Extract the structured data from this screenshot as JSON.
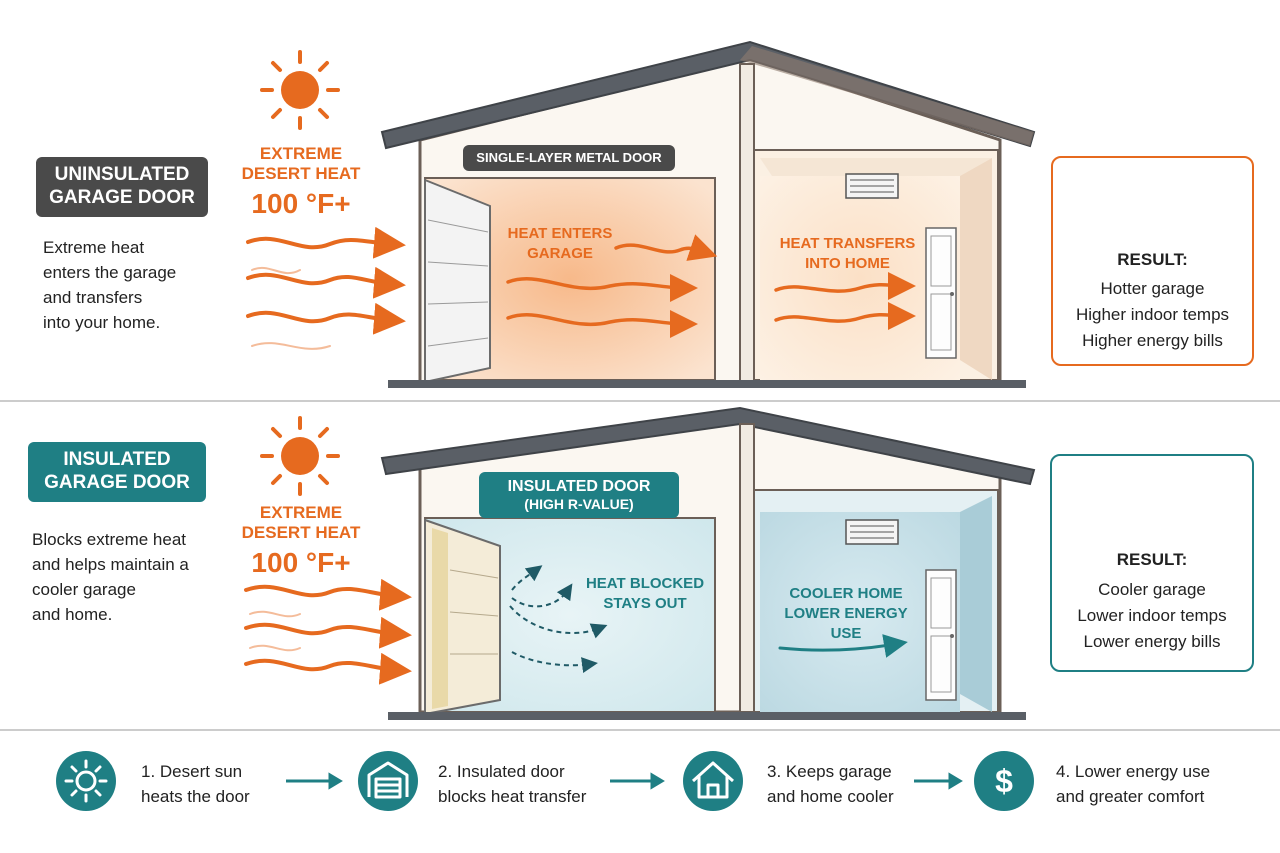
{
  "colors": {
    "orange": "#e66a1f",
    "teal": "#1f7f84",
    "dark_gray": "#4a4a4a",
    "warm_room": "#f8c9a3",
    "cool_room": "#dbeef2"
  },
  "uninsulated": {
    "badge": [
      "UNINSULATED",
      "GARAGE DOOR"
    ],
    "description": [
      "Extreme heat",
      "enters the garage",
      "and transfers",
      "into your home."
    ],
    "heat": {
      "lines": [
        "EXTREME",
        "DESERT HEAT"
      ],
      "temp": "100 °F+"
    },
    "door_label": "SINGLE-LAYER METAL DOOR",
    "garage_label": [
      "HEAT ENTERS",
      "GARAGE"
    ],
    "home_label": [
      "HEAT TRANSFERS",
      "INTO HOME"
    ],
    "result": {
      "title": "RESULT:",
      "lines": [
        "Hotter garage",
        "Higher indoor temps",
        "Higher energy bills"
      ],
      "icon": "thermometer-icon"
    }
  },
  "insulated": {
    "badge": [
      "INSULATED",
      "GARAGE DOOR"
    ],
    "description": [
      "Blocks extreme heat",
      "and helps maintain a",
      "cooler garage",
      "and home."
    ],
    "heat": {
      "lines": [
        "EXTREME",
        "DESERT HEAT"
      ],
      "temp": "100 °F+"
    },
    "door_label": [
      "INSULATED DOOR",
      "(HIGH R-VALUE)"
    ],
    "garage_label": [
      "HEAT BLOCKED",
      "STAYS OUT"
    ],
    "home_label": [
      "COOLER HOME",
      "LOWER ENERGY USE"
    ],
    "result": {
      "title": "RESULT:",
      "lines": [
        "Cooler garage",
        "Lower indoor temps",
        "Lower energy bills"
      ],
      "icon": "snowflake-shield-icon"
    }
  },
  "steps": [
    {
      "icon": "sun-icon",
      "lines": [
        "1. Desert sun",
        "heats the door"
      ]
    },
    {
      "icon": "garage-door-icon",
      "lines": [
        "2. Insulated door",
        "blocks heat transfer"
      ]
    },
    {
      "icon": "house-icon",
      "lines": [
        "3. Keeps garage",
        "and home cooler"
      ]
    },
    {
      "icon": "dollar-icon",
      "lines": [
        "4. Lower energy use",
        "and greater comfort"
      ]
    }
  ]
}
